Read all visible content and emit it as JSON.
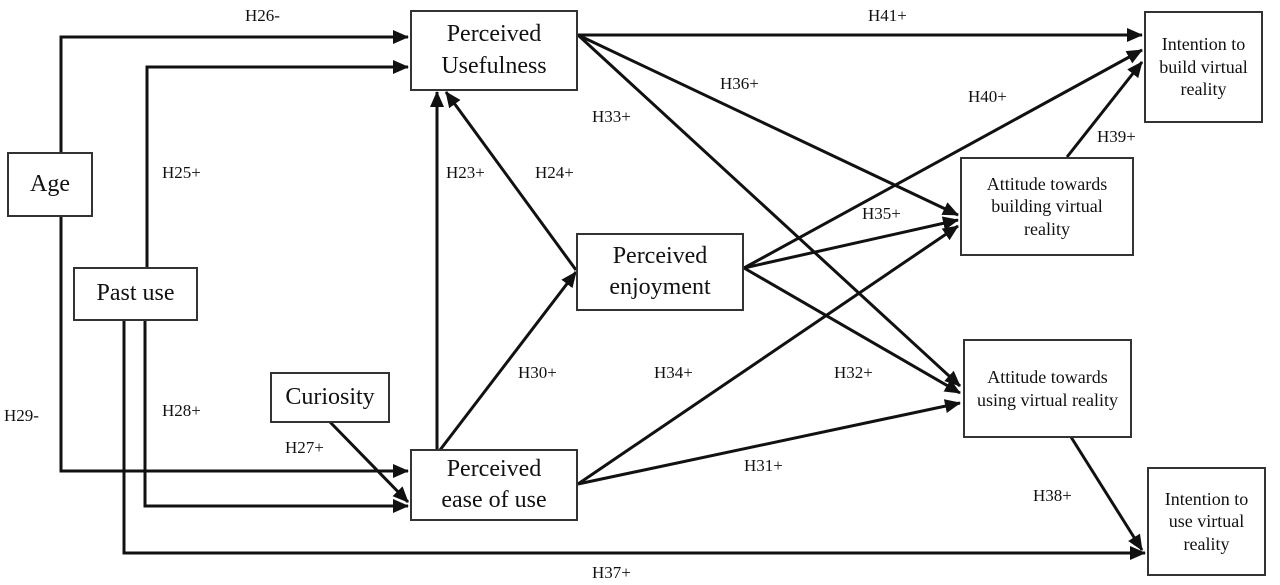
{
  "nodes": {
    "age": "Age",
    "past_use": "Past use",
    "curiosity": "Curiosity",
    "perceived_usefulness": "Perceived Usefulness",
    "perceived_enjoyment": "Perceived enjoyment",
    "perceived_ease_of_use": "Perceived ease of use",
    "attitude_building": "Attitude towards building virtual reality",
    "attitude_using": "Attitude towards using virtual reality",
    "intention_build": "Intention to build virtual reality",
    "intention_use": "Intention to use virtual reality"
  },
  "hypotheses": {
    "h23": "H23+",
    "h24": "H24+",
    "h25": "H25+",
    "h26": "H26-",
    "h27": "H27+",
    "h28": "H28+",
    "h29": "H29-",
    "h30": "H30+",
    "h31": "H31+",
    "h32": "H32+",
    "h33": "H33+",
    "h34": "H34+",
    "h35": "H35+",
    "h36": "H36+",
    "h37": "H37+",
    "h38": "H38+",
    "h39": "H39+",
    "h40": "H40+",
    "h41": "H41+"
  },
  "colors": {
    "line": "#111111",
    "border": "#333333",
    "background": "#ffffff"
  }
}
